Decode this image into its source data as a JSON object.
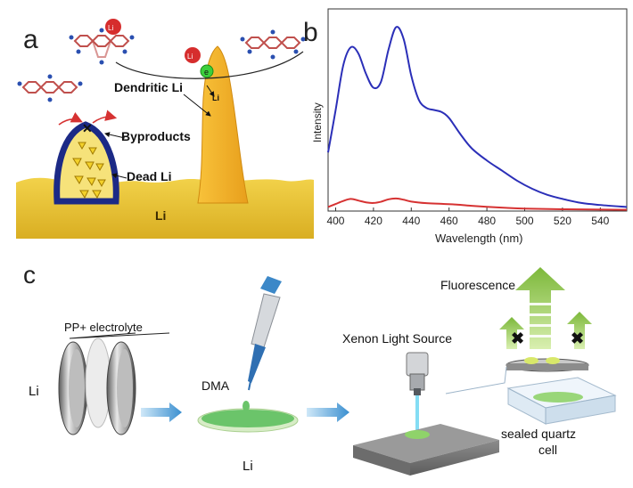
{
  "panel_a": {
    "letter": "a",
    "labels": {
      "dendritic": "Dendritic Li",
      "byproducts": "Byproducts",
      "dead": "Dead Li",
      "li_base": "Li",
      "li_small": "Li",
      "ion_li": "Li",
      "electron": "e"
    }
  },
  "panel_b": {
    "letter": "b"
  },
  "panel_c": {
    "letter": "c",
    "labels": {
      "electrolyte": "PP+ electrolyte",
      "li_left": "Li",
      "dma": "DMA",
      "li_mid": "Li",
      "xenon": "Xenon Light Source",
      "fluorescence": "Fluorescence",
      "quartz_line1": "sealed quartz",
      "quartz_line2": "cell"
    }
  },
  "colors": {
    "li_gold": "#e6c43a",
    "dendrite_orange": "#f2b42a",
    "dead_blue": "#1c2a86",
    "curve_blue": "#2b2fb8",
    "curve_red": "#d63232",
    "arrow_blue": "#3a8fd0",
    "fluor_green": "#8bc34a"
  },
  "chart_data": {
    "type": "line",
    "xlabel": "Wavelength (nm)",
    "ylabel": "Intensity",
    "xlim": [
      396,
      554
    ],
    "ylim": [
      0,
      100
    ],
    "x_ticks": [
      400,
      420,
      440,
      460,
      480,
      500,
      520,
      540
    ],
    "y_ticks_shown": false,
    "series": [
      {
        "color": "#2b2fb8",
        "x": [
          396,
          400,
          404,
          408,
          412,
          416,
          420,
          424,
          428,
          432,
          436,
          440,
          444,
          448,
          452,
          456,
          460,
          466,
          472,
          480,
          488,
          496,
          504,
          512,
          520,
          530,
          540,
          554
        ],
        "y": [
          29,
          50,
          72,
          81,
          78,
          68,
          61,
          64,
          80,
          91,
          85,
          67,
          55,
          51,
          50,
          49,
          46,
          38,
          31,
          25,
          20,
          15,
          11,
          8,
          6,
          4,
          3,
          2
        ]
      },
      {
        "color": "#d63232",
        "x": [
          396,
          400,
          404,
          408,
          412,
          416,
          420,
          424,
          428,
          432,
          436,
          440,
          448,
          456,
          464,
          472,
          480,
          490,
          500,
          520,
          554
        ],
        "y": [
          2,
          3.5,
          5,
          6,
          5.2,
          4.3,
          4,
          4.6,
          5.8,
          6.2,
          5.6,
          4.7,
          3.9,
          3.6,
          3.2,
          2.6,
          2.1,
          1.6,
          1.2,
          0.9,
          0.6
        ]
      }
    ]
  }
}
